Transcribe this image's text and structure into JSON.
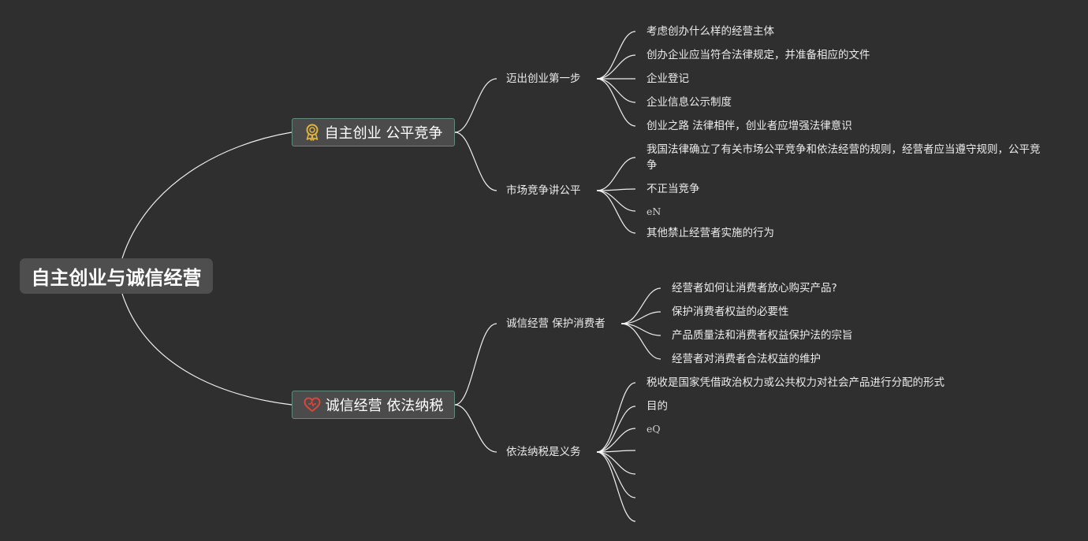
{
  "root": {
    "label": "自主创业与诚信经营"
  },
  "branches": [
    {
      "label": "自主创业 公平竞争",
      "icon": "ribbon-award-icon",
      "icon_color": "#e2b53c",
      "children": [
        {
          "label": "迈出创业第一步",
          "children": [
            "考虑创办什么样的经营主体",
            "创办企业应当符合法律规定，并准备相应的文件",
            "企业登记",
            "企业信息公示制度",
            "创业之路 法律相伴，创业者应增强法律意识"
          ]
        },
        {
          "label": "市场竞争讲公平",
          "children": [
            "我国法律确立了有关市场公平竞争和依法经营的规则，经营者应当遵守规则，公平竞争",
            "不正当竞争",
            "eN",
            "其他禁止经营者实施的行为"
          ]
        }
      ]
    },
    {
      "label": "诚信经营 依法纳税",
      "icon": "heart-icon",
      "icon_color": "#d9473c",
      "children": [
        {
          "label": "诚信经营 保护消费者",
          "children": [
            "经营者如何让消费者放心购买产品?",
            "保护消费者权益的必要性",
            "产品质量法和消费者权益保护法的宗旨",
            "经营者对消费者合法权益的维护"
          ]
        },
        {
          "label": "依法纳税是义务",
          "children": [
            "税收是国家凭借政治权力或公共权力对社会产品进行分配的形式",
            "目的",
            "eQ",
            "",
            "",
            "",
            ""
          ]
        }
      ]
    }
  ]
}
